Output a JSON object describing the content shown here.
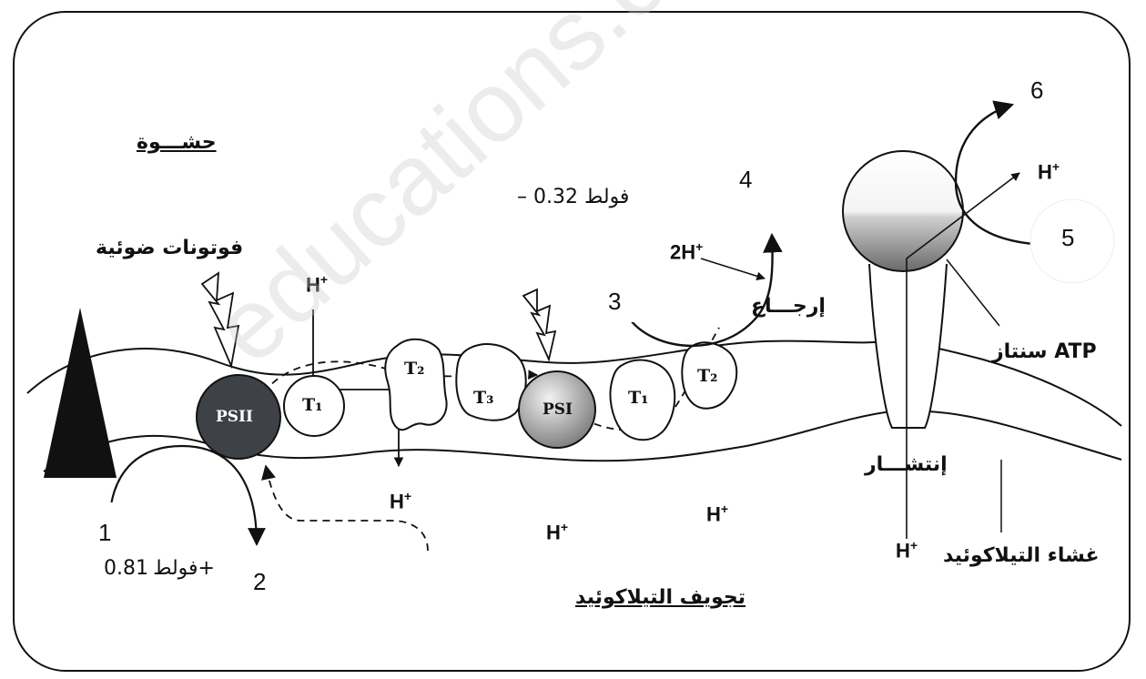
{
  "labels": {
    "stroma": "حشـــوة",
    "photons": "فوتونات ضوئية",
    "reduction": "إرجـــاع",
    "atp_synthase": "ATP سنتاز",
    "diffusion": "إنتشـــار",
    "thylakoid_membrane": "غشاء التيلاكوئيد",
    "thylakoid_lumen": "تجويف التيلاكوئيد"
  },
  "voltages": {
    "top": "– 0.32 فولط",
    "bottom_value": "0.81+",
    "bottom_unit": "فولط"
  },
  "complexes": {
    "psii": "PSII",
    "psi": "PSI",
    "t1_left": "T₁",
    "t2_left": "T₂",
    "t3": "T₃",
    "t1_right": "T₁",
    "t2_right": "T₂"
  },
  "protons": {
    "h": "H",
    "plus": "+",
    "two_h": "2H"
  },
  "numbers": [
    "1",
    "2",
    "3",
    "4",
    "5",
    "6"
  ],
  "watermark": "educations.com/exa"
}
